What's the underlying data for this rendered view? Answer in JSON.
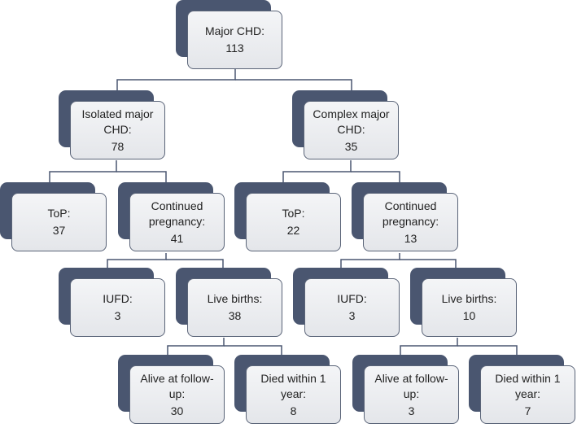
{
  "nodes": {
    "major_chd": {
      "label": "Major CHD:",
      "value": "113"
    },
    "isolated": {
      "label": "Isolated major CHD:",
      "value": "78"
    },
    "complex": {
      "label": "Complex major CHD:",
      "value": "35"
    },
    "iso_top": {
      "label": "ToP:",
      "value": "37"
    },
    "iso_continued": {
      "label": "Continued pregnancy:",
      "value": "41"
    },
    "cpx_top": {
      "label": "ToP:",
      "value": "22"
    },
    "cpx_continued": {
      "label": "Continued pregnancy:",
      "value": "13"
    },
    "iso_iufd": {
      "label": "IUFD:",
      "value": "3"
    },
    "iso_live": {
      "label": "Live births:",
      "value": "38"
    },
    "cpx_iufd": {
      "label": "IUFD:",
      "value": "3"
    },
    "cpx_live": {
      "label": "Live births:",
      "value": "10"
    },
    "iso_alive": {
      "label": "Alive at follow-up:",
      "value": "30"
    },
    "iso_died": {
      "label": "Died within 1 year:",
      "value": "8"
    },
    "cpx_alive": {
      "label": "Alive at follow-up:",
      "value": "3"
    },
    "cpx_died": {
      "label": "Died within 1 year:",
      "value": "7"
    }
  },
  "colors": {
    "shadow": "#4a5670",
    "card_border": "#5a6478",
    "connector": "#4a5670",
    "text": "#222222"
  }
}
